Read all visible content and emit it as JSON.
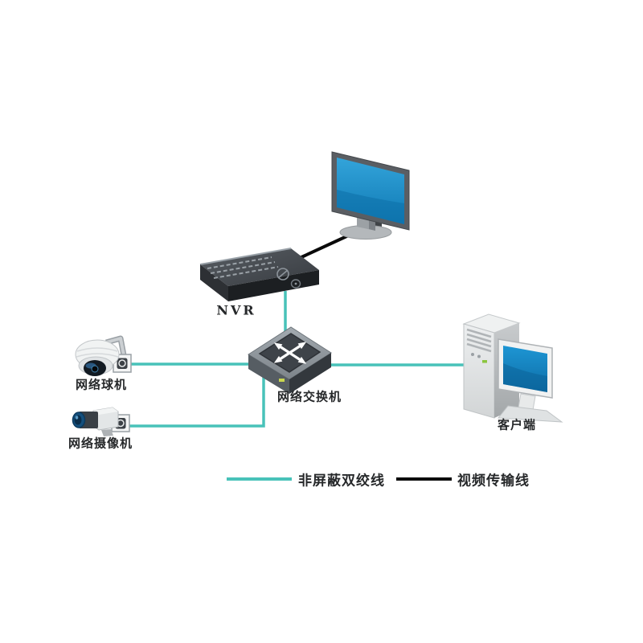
{
  "diagram": {
    "type": "network-topology",
    "devices": {
      "display": {
        "name": "monitor-display",
        "label": ""
      },
      "nvr": {
        "label": "NVR"
      },
      "switch": {
        "label": "网络交换机"
      },
      "dome_camera": {
        "label": "网络球机"
      },
      "box_camera": {
        "label": "网络摄像机"
      },
      "client": {
        "label": "客户端"
      }
    },
    "connections": [
      {
        "from": "dome_camera",
        "to": "switch",
        "type": "utp"
      },
      {
        "from": "box_camera",
        "to": "switch",
        "type": "utp"
      },
      {
        "from": "nvr",
        "to": "switch",
        "type": "utp"
      },
      {
        "from": "switch",
        "to": "client",
        "type": "utp"
      },
      {
        "from": "display",
        "to": "nvr",
        "type": "video"
      }
    ]
  },
  "legend": {
    "items": [
      {
        "label": "非屏蔽双绞线",
        "color": "#48c2b9"
      },
      {
        "label": "视频传输线",
        "color": "#0a0a0a"
      }
    ]
  },
  "colors": {
    "background": "#ffffff",
    "utp_line": "#48c2b9",
    "video_line": "#0a0a0a",
    "screen_blue": "#1287c6",
    "label_text": "#26282a",
    "led_green": "#8bc53f",
    "led_yellow": "#c9d650"
  }
}
